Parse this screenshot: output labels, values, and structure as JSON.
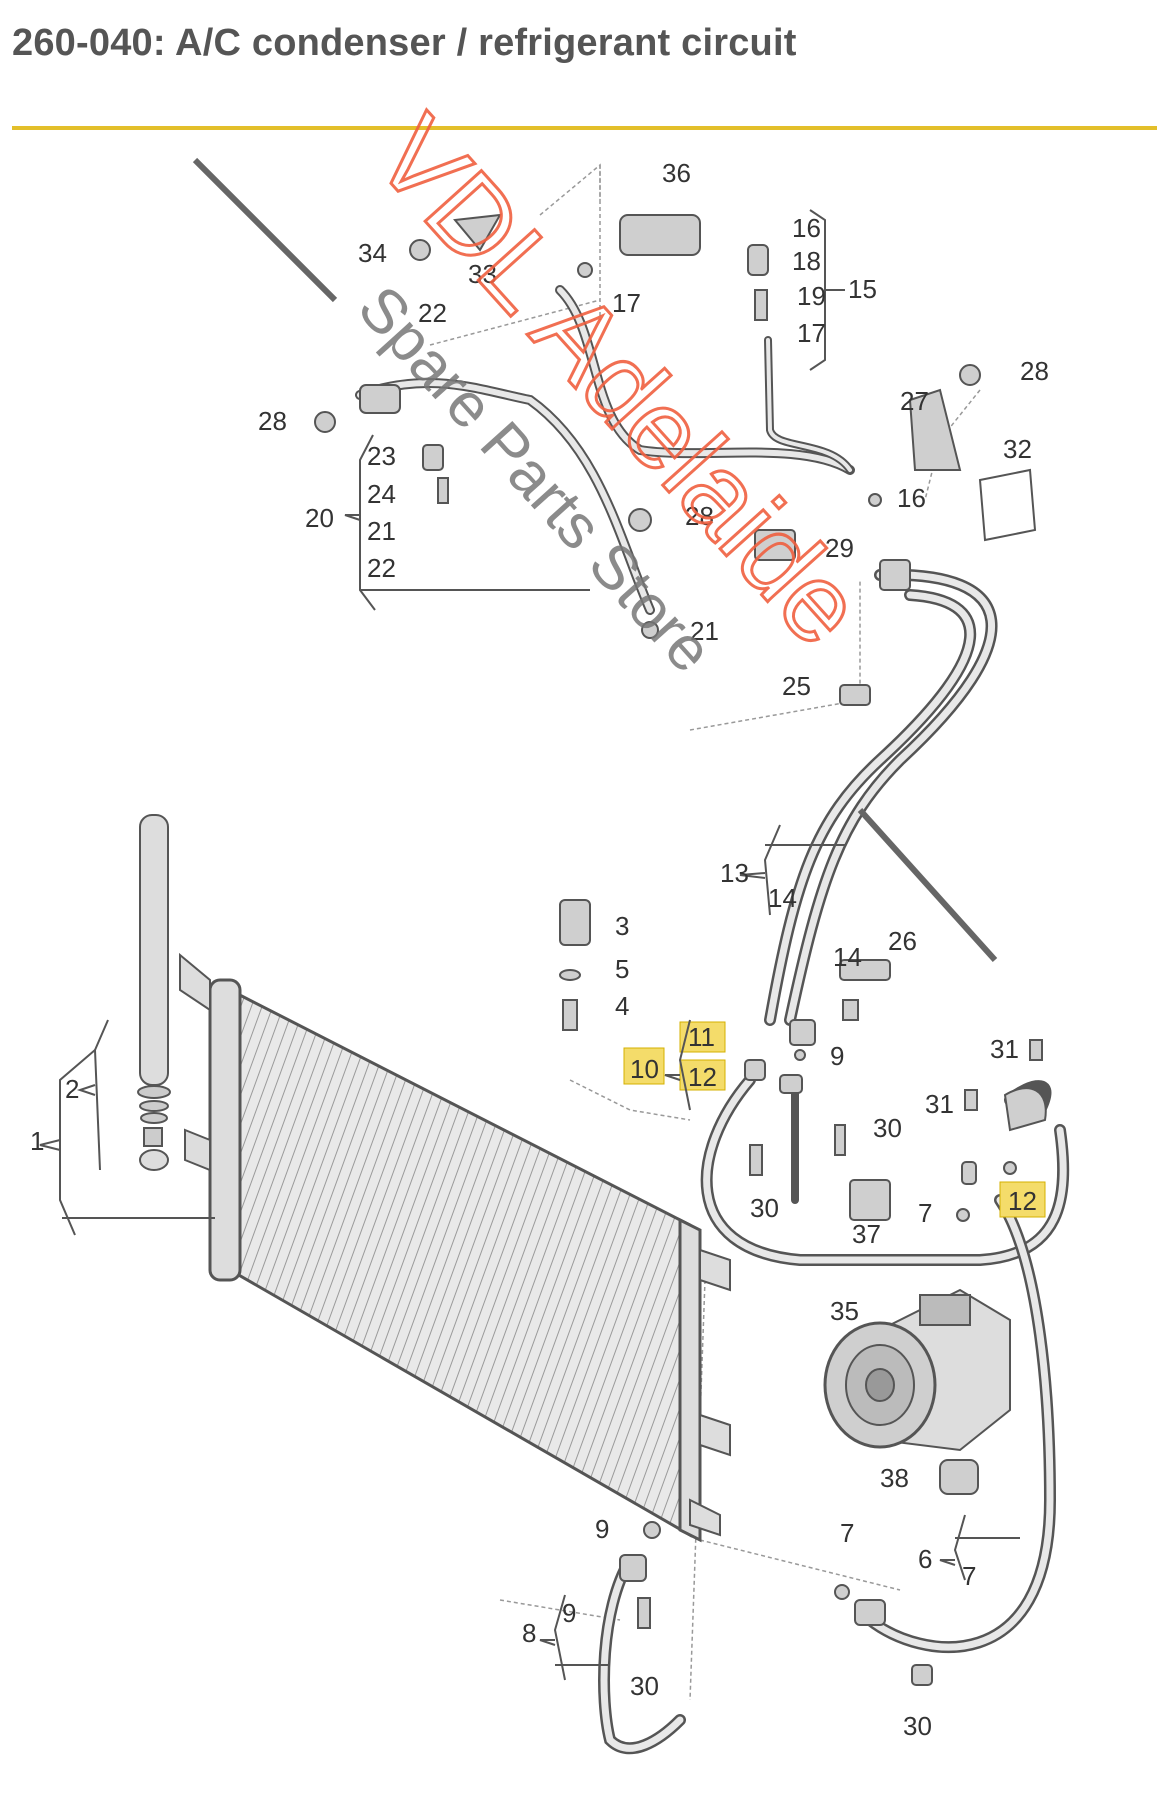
{
  "title": "260-040: A/C condenser / refrigerant circuit",
  "watermark": {
    "line1": "VDL Adelaide",
    "line2": "Spare Parts Store",
    "color_line1": "#f06040",
    "color_line2": "#777777"
  },
  "colors": {
    "accent_rule": "#e3bf2a",
    "highlight": "#f4dc6a"
  },
  "parts": {
    "p1": "1",
    "p2": "2",
    "p3": "3",
    "p4": "4",
    "p5": "5",
    "p6": "6",
    "p7a": "7",
    "p7b": "7",
    "p7c": "7",
    "p8": "8",
    "p9a": "9",
    "p9b": "9",
    "p9c": "9",
    "p10": "10",
    "p11": "11",
    "p12a": "12",
    "p12b": "12",
    "p13": "13",
    "p14a": "14",
    "p14b": "14",
    "p15": "15",
    "p16a": "16",
    "p16b": "16",
    "p17a": "17",
    "p17b": "17",
    "p18": "18",
    "p19": "19",
    "p20": "20",
    "p21a": "21",
    "p21b": "21",
    "p22a": "22",
    "p22b": "22",
    "p23": "23",
    "p24": "24",
    "p25": "25",
    "p26": "26",
    "p27": "27",
    "p28a": "28",
    "p28b": "28",
    "p28c": "28",
    "p29": "29",
    "p30a": "30",
    "p30b": "30",
    "p30c": "30",
    "p30d": "30",
    "p31a": "31",
    "p31b": "31",
    "p32": "32",
    "p33": "33",
    "p34": "34",
    "p35": "35",
    "p36": "36",
    "p37": "37",
    "p38": "38"
  }
}
